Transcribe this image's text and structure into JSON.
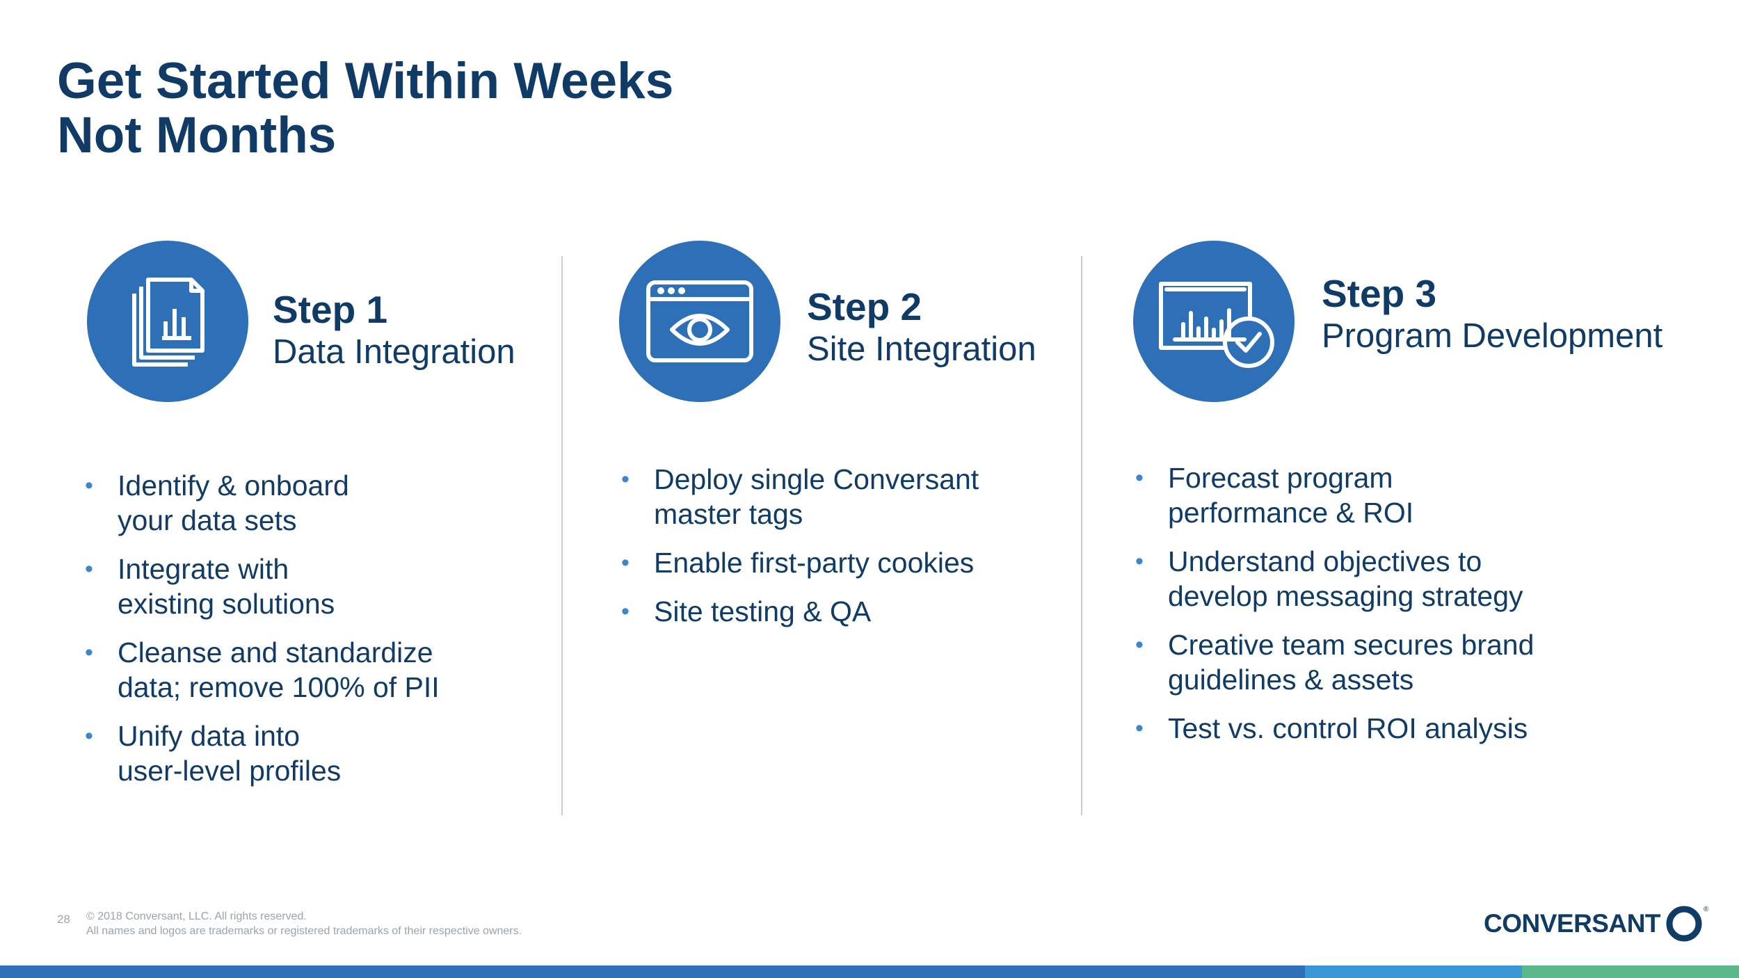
{
  "title": {
    "line1": "Get Started Within Weeks",
    "line2": "Not Months"
  },
  "colors": {
    "navy": "#0f3b66",
    "icon_blue": "#2d70b7",
    "bullet_blue": "#3f86c8",
    "bar_dark_blue": "#2d70b7",
    "bar_light_blue": "#3a96d4",
    "bar_green": "#5bb88a"
  },
  "steps": [
    {
      "number": "Step 1",
      "name": "Data Integration",
      "icon": "documents-chart-icon",
      "bullets": [
        "Identify & onboard\nyour data sets",
        "Integrate with\nexisting solutions",
        "Cleanse and standardize\ndata; remove 100% of PII",
        "Unify data into\nuser-level profiles"
      ]
    },
    {
      "number": "Step 2",
      "name": "Site Integration",
      "icon": "browser-eye-icon",
      "bullets": [
        "Deploy single Conversant\nmaster tags",
        "Enable first-party cookies",
        "Site testing & QA"
      ]
    },
    {
      "number": "Step 3",
      "name": "Program Development",
      "icon": "dashboard-check-icon",
      "bullets": [
        "Forecast program\nperformance & ROI",
        "Understand objectives to\ndevelop messaging strategy",
        "Creative team secures brand\nguidelines & assets",
        "Test vs. control ROI analysis"
      ]
    }
  ],
  "footer": {
    "page_number": "28",
    "copyright_line1": "© 2018 Conversant, LLC. All rights reserved.",
    "copyright_line2": "All names and logos are trademarks or registered trademarks of their respective owners.",
    "logo_text": "CONVERSANT",
    "logo_mark": "®"
  }
}
